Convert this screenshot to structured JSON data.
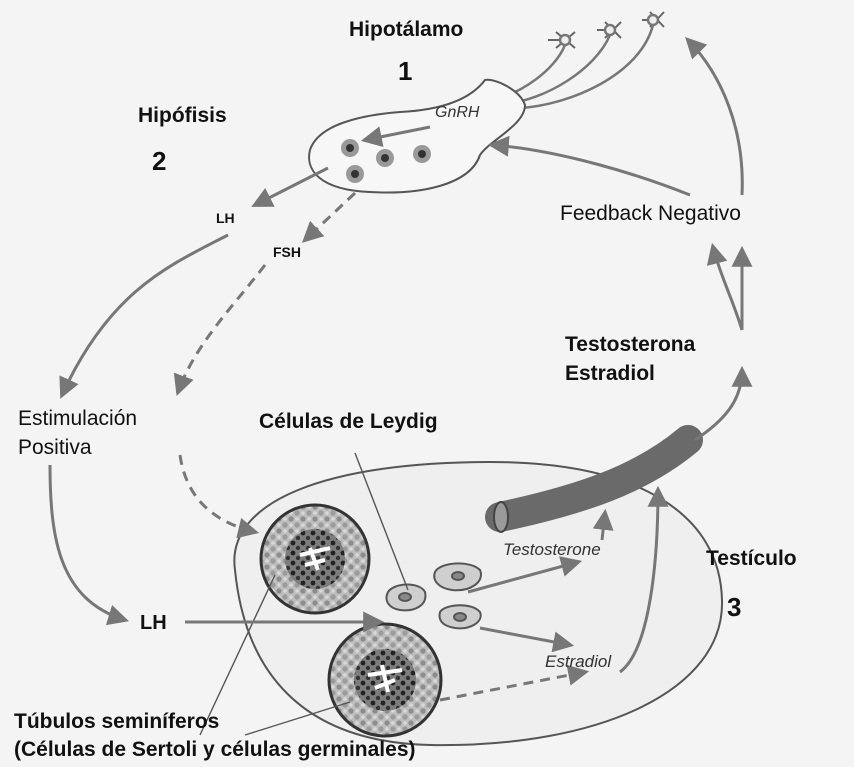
{
  "labels": {
    "hipotalamo": "Hipotálamo",
    "num1": "1",
    "hipofisis": "Hipófisis",
    "num2": "2",
    "gnrh": "GnRH",
    "lh_top": "LH",
    "fsh": "FSH",
    "feedback": "Feedback Negativo",
    "testosterona": "Testosterona",
    "estradiol_es": "Estradiol",
    "estimulacion": "Estimulación",
    "positiva": "Positiva",
    "leydig": "Células de Leydig",
    "testosterone_en": "Testosterone",
    "estradiol_it": "Estradiol",
    "testiculo": "Testículo",
    "num3": "3",
    "lh_bottom": "LH",
    "tubulos": "Túbulos seminíferos",
    "sertoli": "(Células de Sertoli y células germinales)"
  },
  "colors": {
    "arrow": "#7a7a7a",
    "organ_fill": "#efefef",
    "organ_stroke": "#555555",
    "vessel": "#6a6a6a",
    "background": "#f4f4f4"
  }
}
